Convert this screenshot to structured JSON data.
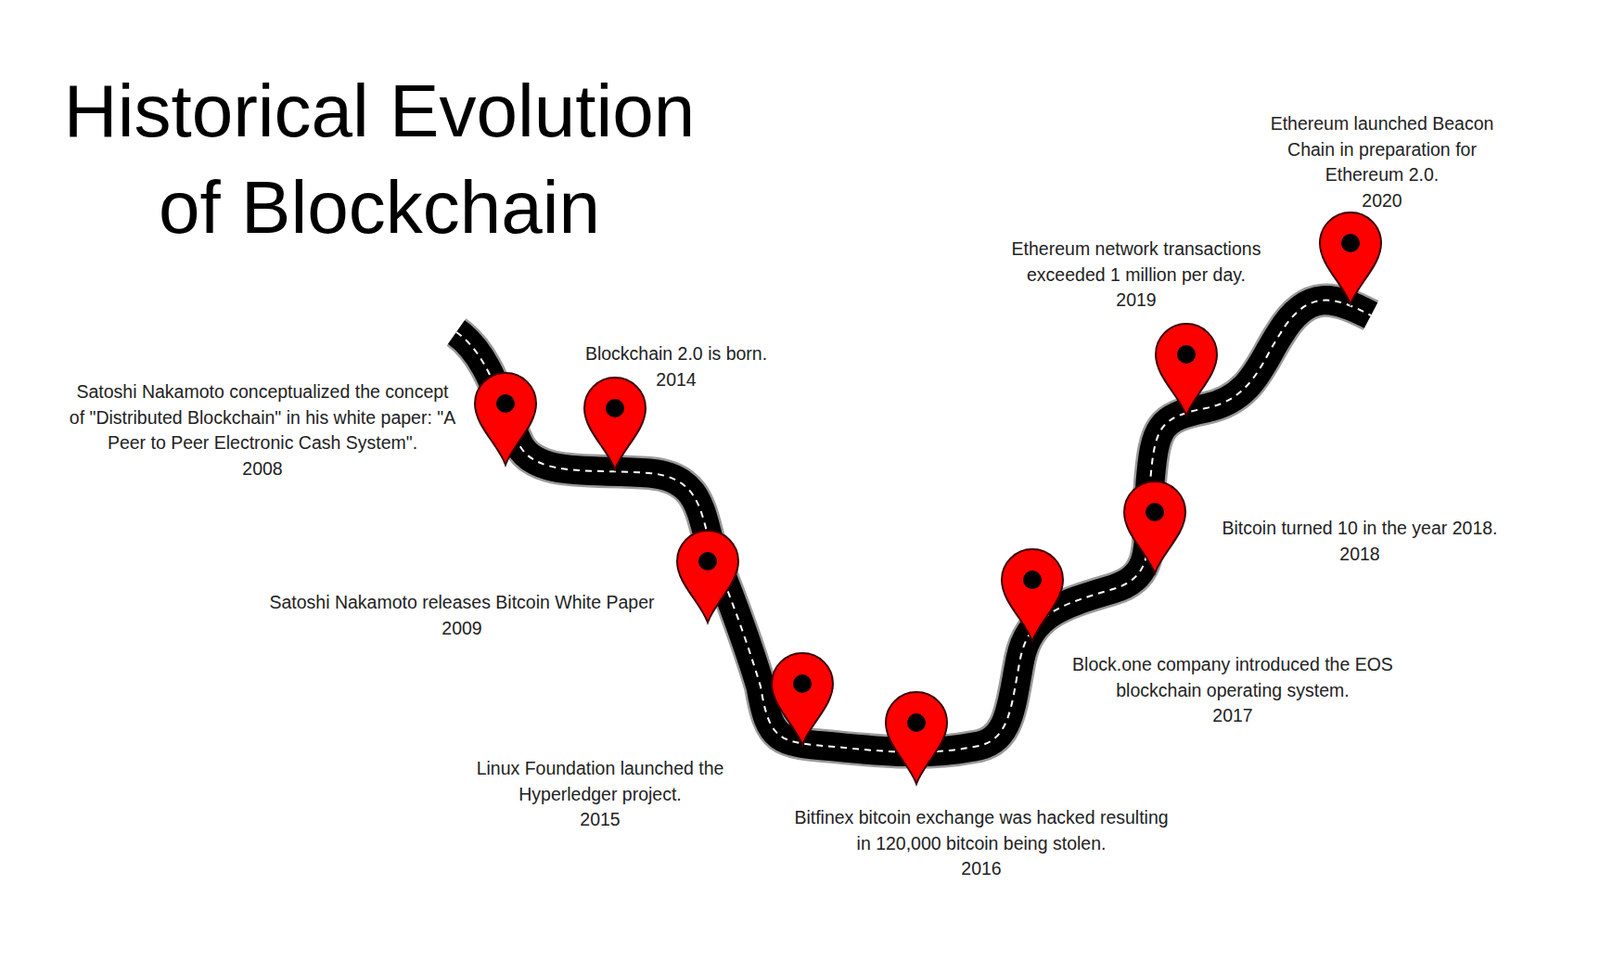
{
  "diagram": {
    "title": "Historical Evolution of Blockchain",
    "labels": [
      "Satoshi Nakamoto conceptualized the concept of \"Distributed Blockchain\" in his white paper: \"A Peer to Peer Electronic Cash System\".",
      "2008",
      "Satoshi Nakamoto releases Bitcoin White Paper",
      "2009",
      "Blockchain 2.0 is born.",
      "2014",
      "Linux Foundation launched the Hyperledger project.",
      "2015",
      "Bitfinex bitcoin exchange was hacked resulting in 120,000 bitcoin being stolen.",
      "2016",
      "Block.one company introduced the EOS blockchain operating system.",
      "2017",
      "Bitcoin turned 10 in the year 2018.",
      "2018",
      "Ethereum network transactions exceeded 1 million per day.",
      "2019",
      "Ethereum launched Beacon Chain in preparation for Ethereum 2.0.",
      "2020"
    ]
  }
}
